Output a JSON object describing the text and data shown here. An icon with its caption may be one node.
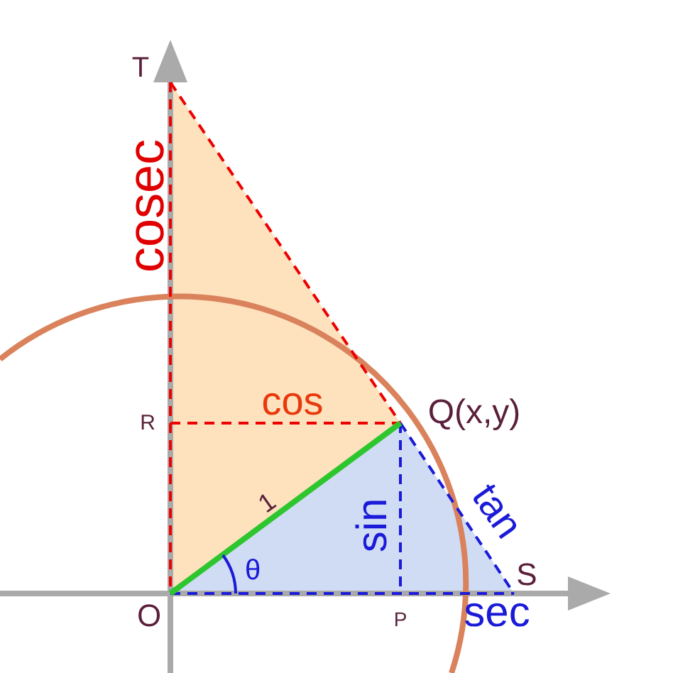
{
  "diagram": {
    "labels": [
      "T",
      "cosec",
      "R",
      "cos",
      "Q(x,y)",
      "1",
      "sin",
      "tan",
      "θ",
      "S",
      "O",
      "P",
      "sec"
    ]
  }
}
